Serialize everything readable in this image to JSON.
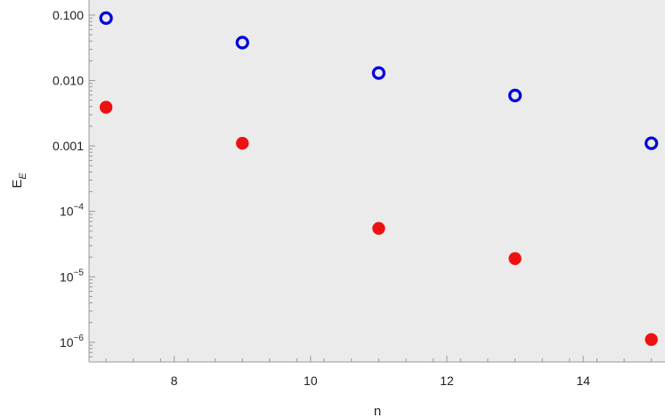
{
  "chart_data": {
    "type": "scatter",
    "title": "",
    "xlabel": "n",
    "ylabel": "E",
    "ylabel_sub": "E",
    "xlim": [
      6.75,
      15.2
    ],
    "ylim": [
      5e-07,
      0.17
    ],
    "yscale": "log",
    "grid": false,
    "background": "#ebebeb",
    "x_ticks": [
      {
        "value": 8,
        "label": "8"
      },
      {
        "value": 10,
        "label": "10"
      },
      {
        "value": 12,
        "label": "12"
      },
      {
        "value": 14,
        "label": "14"
      }
    ],
    "y_ticks": [
      {
        "value": 0.1,
        "mant": "0.100",
        "exp": ""
      },
      {
        "value": 0.01,
        "mant": "0.010",
        "exp": ""
      },
      {
        "value": 0.001,
        "mant": "0.001",
        "exp": ""
      },
      {
        "value": 0.0001,
        "mant": "10",
        "exp": "−4"
      },
      {
        "value": 1e-05,
        "mant": "10",
        "exp": "−5"
      },
      {
        "value": 1e-06,
        "mant": "10",
        "exp": "−6"
      }
    ],
    "series": [
      {
        "marker": "open-circle",
        "color": "#0000dd",
        "x": [
          7,
          9,
          11,
          13,
          15
        ],
        "y": [
          0.09,
          0.038,
          0.013,
          0.0059,
          0.0011
        ]
      },
      {
        "marker": "filled-circle",
        "color": "#ee1111",
        "x": [
          7,
          9,
          11,
          13,
          15
        ],
        "y": [
          0.0039,
          0.0011,
          5.5e-05,
          1.9e-05,
          1.1e-06
        ]
      }
    ]
  }
}
